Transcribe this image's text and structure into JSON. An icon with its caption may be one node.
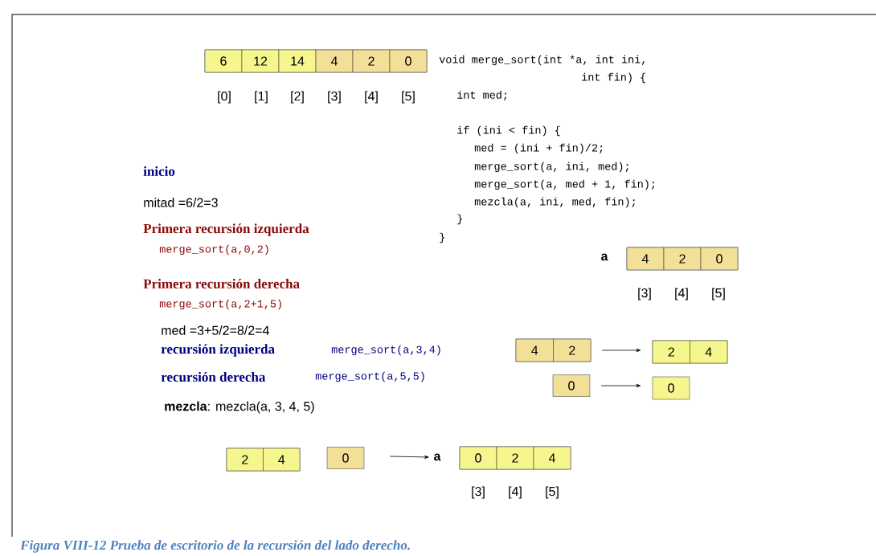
{
  "diagram": {
    "caption": "Figura VIII-12 Prueba de escritorio de la recursión del lado derecho.",
    "nodes": [
      {
        "text": [],
        "shape": "box"
      },
      {
        "text": [
          "6"
        ],
        "in": 0
      },
      {
        "text": [
          "12"
        ],
        "in": 0
      },
      {
        "text": [
          "14"
        ],
        "in": 0
      },
      {
        "text": [
          "4"
        ],
        "in": 0
      },
      {
        "text": [
          "2"
        ],
        "in": 0
      },
      {
        "text": [
          "0"
        ],
        "in": 0
      },
      {
        "text": [],
        "shape": "box",
        "beside": [
          "a"
        ]
      },
      {
        "text": [
          "4"
        ],
        "in": 7
      },
      {
        "text": [
          "2"
        ],
        "in": 7
      },
      {
        "text": [
          "0"
        ],
        "in": 7
      },
      {
        "text": [],
        "shape": "box"
      },
      {
        "text": [
          "4"
        ],
        "in": 11
      },
      {
        "text": [
          "2"
        ],
        "in": 11
      },
      {
        "text": [],
        "shape": "box"
      },
      {
        "text": [
          "2"
        ],
        "in": 14
      },
      {
        "text": [
          "4"
        ],
        "in": 14
      },
      {
        "text": [
          "0"
        ]
      },
      {
        "text": [
          "0"
        ]
      },
      {
        "text": [],
        "shape": "box"
      },
      {
        "text": [
          "2"
        ],
        "in": 19
      },
      {
        "text": [
          "4"
        ],
        "in": 19
      },
      {
        "text": [
          "0"
        ]
      },
      {
        "text": [
          "a"
        ]
      },
      {
        "text": [],
        "shape": "box"
      },
      {
        "text": [
          "0"
        ],
        "in": 24
      },
      {
        "text": [
          "2"
        ],
        "in": 24
      },
      {
        "text": [
          "4"
        ],
        "in": 24
      }
    ],
    "edges": [
      {
        "from": 11,
        "to": 14,
        "arrow": "to"
      },
      {
        "from": 17,
        "to": 18,
        "arrow": "to"
      },
      {
        "from": null,
        "to": 23,
        "arrow": "to"
      }
    ],
    "labels": [
      "[0]",
      "[1]",
      "[2]",
      "[3]",
      "[4]",
      "[5]",
      "void merge_sort(int *a, int ini,",
      "int fin) {",
      "int med;",
      "if (ini < fin) {",
      "med = (ini + fin)/2;",
      "merge_sort(a, ini, med);",
      "merge_sort(a, med + 1, fin);",
      "mezcla(a, ini, med, fin);",
      "}",
      "}",
      "inicio",
      "mitad =6/2=3",
      "Primera recursión izquierda",
      "merge_sort(a,0,2)",
      "Primera recursión derecha",
      "[3]",
      "[4]",
      "[5]",
      "merge_sort(a,2+1,5)",
      "med =3+5/2=8/2=4",
      "recursión izquierda",
      "merge_sort(a,3,4)",
      "recursión derecha",
      "merge_sort(a,5,5)",
      "**mezcla**: mezcla(a, 3, 4, 5)",
      "[3]",
      "[4]",
      "[5]"
    ]
  }
}
